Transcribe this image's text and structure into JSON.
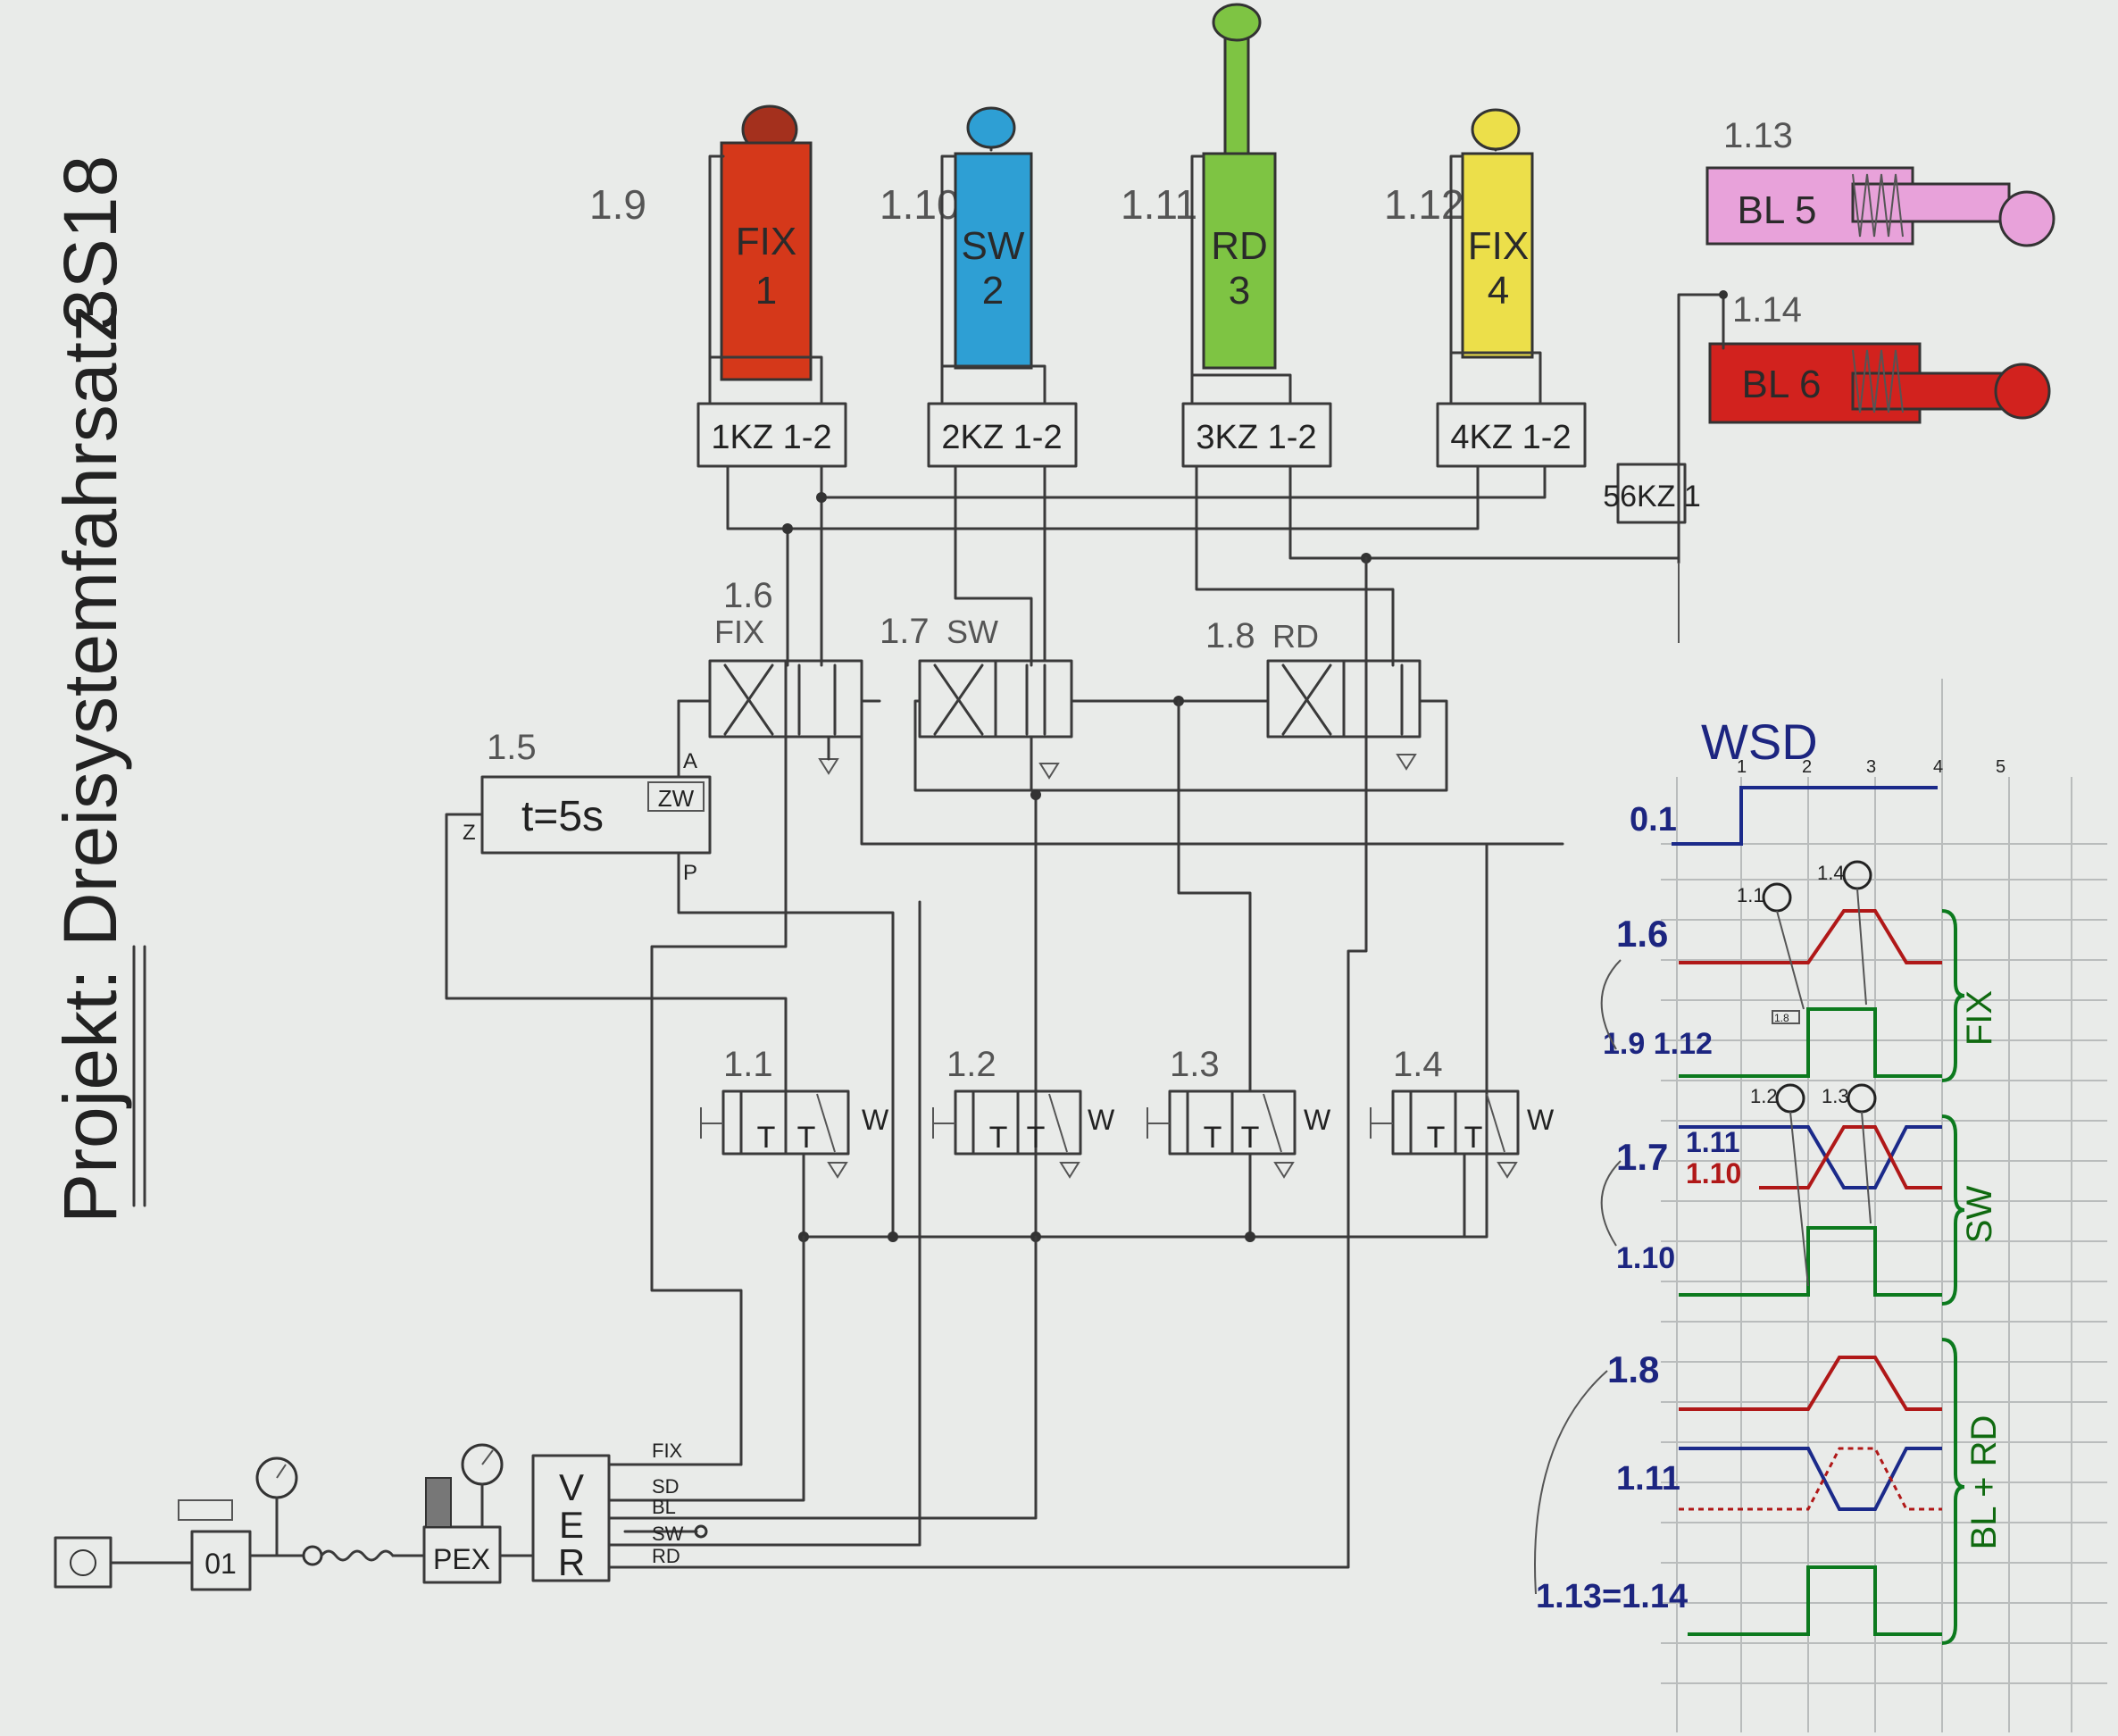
{
  "title": {
    "prefix": "Projekt:",
    "name": "Dreisystemfahrsatz",
    "code": "3S18"
  },
  "colors": {
    "fix1": "#d5381a",
    "sw2": "#2e9fd4",
    "rd3": "#7ec443",
    "fix4": "#ecdf4a",
    "bl5": "#e8a2da",
    "bl6": "#d2221e",
    "wire": "#3a3a3a",
    "paper": "#e9ebe9"
  },
  "cylinders": [
    {
      "id": "1.9",
      "label_top": "FIX",
      "label_bottom": "1",
      "block": "1KZ 1-2"
    },
    {
      "id": "1.10",
      "label_top": "SW",
      "label_bottom": "2",
      "block": "2KZ 1-2"
    },
    {
      "id": "1.11",
      "label_top": "RD",
      "label_bottom": "3",
      "block": "3KZ 1-2"
    },
    {
      "id": "1.12",
      "label_top": "FIX",
      "label_bottom": "4",
      "block": "4KZ 1-2"
    }
  ],
  "brakes": [
    {
      "id": "1.13",
      "label": "BL 5"
    },
    {
      "id": "1.14",
      "label": "BL 6"
    }
  ],
  "brake_block": "56KZ 1",
  "valves_top": [
    {
      "id": "1.6",
      "label": "FIX"
    },
    {
      "id": "1.7",
      "label": "SW"
    },
    {
      "id": "1.8",
      "label": "RD"
    }
  ],
  "timer": {
    "id": "1.5",
    "text": "t=5s",
    "mode": "ZW",
    "port_a": "A",
    "port_p": "P",
    "port_z": "Z"
  },
  "valves_bottom": [
    {
      "id": "1.1"
    },
    {
      "id": "1.2"
    },
    {
      "id": "1.3"
    },
    {
      "id": "1.4"
    }
  ],
  "valve_marks": {
    "t": "T",
    "w": "W"
  },
  "supply": {
    "unit_01": "01",
    "pex": "PEX",
    "ver": [
      "V",
      "E",
      "R"
    ],
    "outputs": [
      "FIX",
      "SD",
      "BL",
      "SW",
      "RD"
    ]
  },
  "wsd": {
    "title": "WSD",
    "step_numbers": [
      "1",
      "2",
      "3",
      "4",
      "5"
    ],
    "row_01": "0.1",
    "fix_group": {
      "rows": [
        "1.6",
        "1.9 1.12"
      ],
      "side": "FIX",
      "markers": [
        "1.1",
        "1.4",
        "1.8"
      ]
    },
    "sw_group": {
      "rows": [
        "1.7",
        "1.11",
        "1.10",
        "1.10"
      ],
      "side": "SW",
      "markers": [
        "1.2",
        "1.3"
      ]
    },
    "rd_group": {
      "rows": [
        "1.8",
        "1.11",
        "1.13=1.14"
      ],
      "side": "BL + RD"
    }
  }
}
